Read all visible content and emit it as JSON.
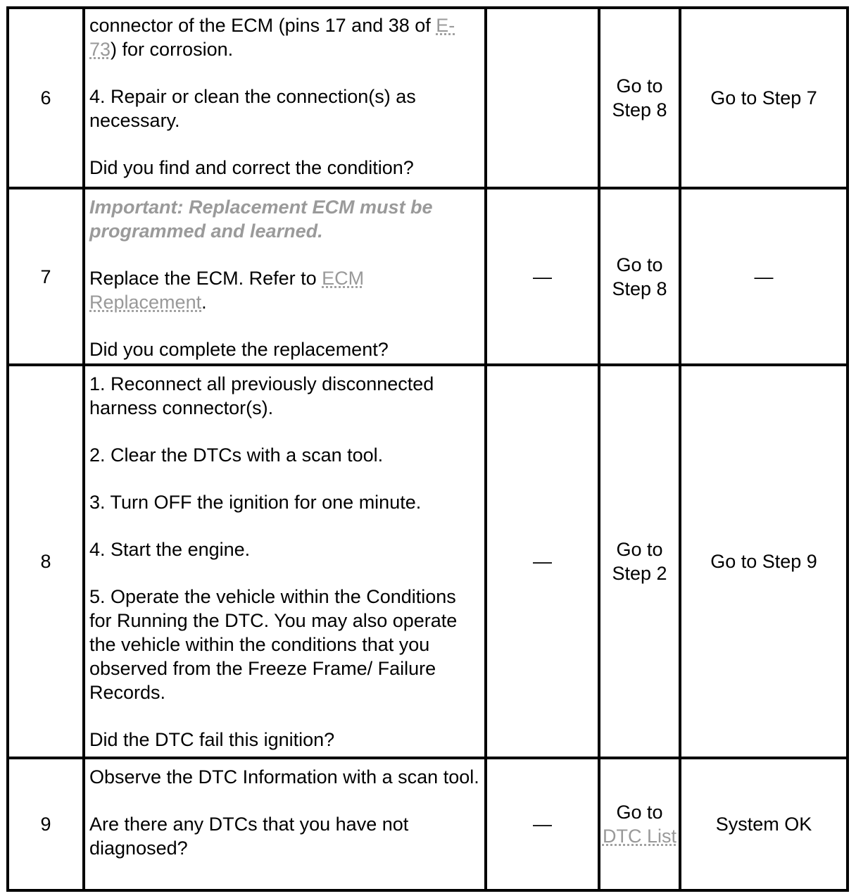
{
  "rows": [
    {
      "step": "6",
      "action": {
        "line1_before": "connector of the ECM (pins 17 and 38 of ",
        "line1_link": "E-73",
        "line1_after": ") for corrosion.",
        "p2": "4. Repair or clean the connection(s) as necessary.",
        "question": "Did you find and correct the condition?"
      },
      "value": "",
      "yes": "Go to Step 8",
      "no": "Go to Step 7"
    },
    {
      "step": "7",
      "action": {
        "important": "Important: Replacement ECM must be programmed and learned.",
        "p2_before": "Replace the ECM. Refer to ",
        "p2_link": "ECM Replacement",
        "p2_after": ".",
        "question": "Did you complete the replacement?"
      },
      "value": "—",
      "yes": "Go to Step 8",
      "no": "—"
    },
    {
      "step": "8",
      "action": {
        "s1": "1. Reconnect all previously disconnected harness connector(s).",
        "s2": "2. Clear the DTCs with a scan tool.",
        "s3": "3. Turn OFF the ignition for one minute.",
        "s4": "4. Start the engine.",
        "s5": "5. Operate the vehicle within the Conditions for Running the DTC. You may also operate the vehicle within the conditions that you observed from the Freeze Frame/ Failure Records.",
        "question": "Did the DTC fail this ignition?"
      },
      "value": "—",
      "yes": "Go to Step 2",
      "no": "Go to Step 9"
    },
    {
      "step": "9",
      "action": {
        "p1": "Observe the DTC Information with a scan tool.",
        "question": "Are there any DTCs that you have not diagnosed?"
      },
      "value": "—",
      "yes_before": "Go to",
      "yes_link": "DTC List",
      "no": "System OK"
    }
  ]
}
